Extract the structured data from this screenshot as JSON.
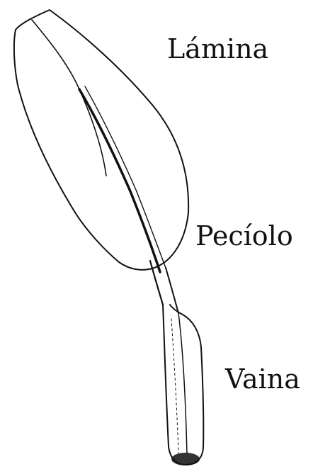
{
  "labels": {
    "lamina": "Lámina",
    "peciolo": "Pecíolo",
    "vaina": "Vaina"
  },
  "colors": {
    "ink": "#111111",
    "background": "#ffffff"
  }
}
